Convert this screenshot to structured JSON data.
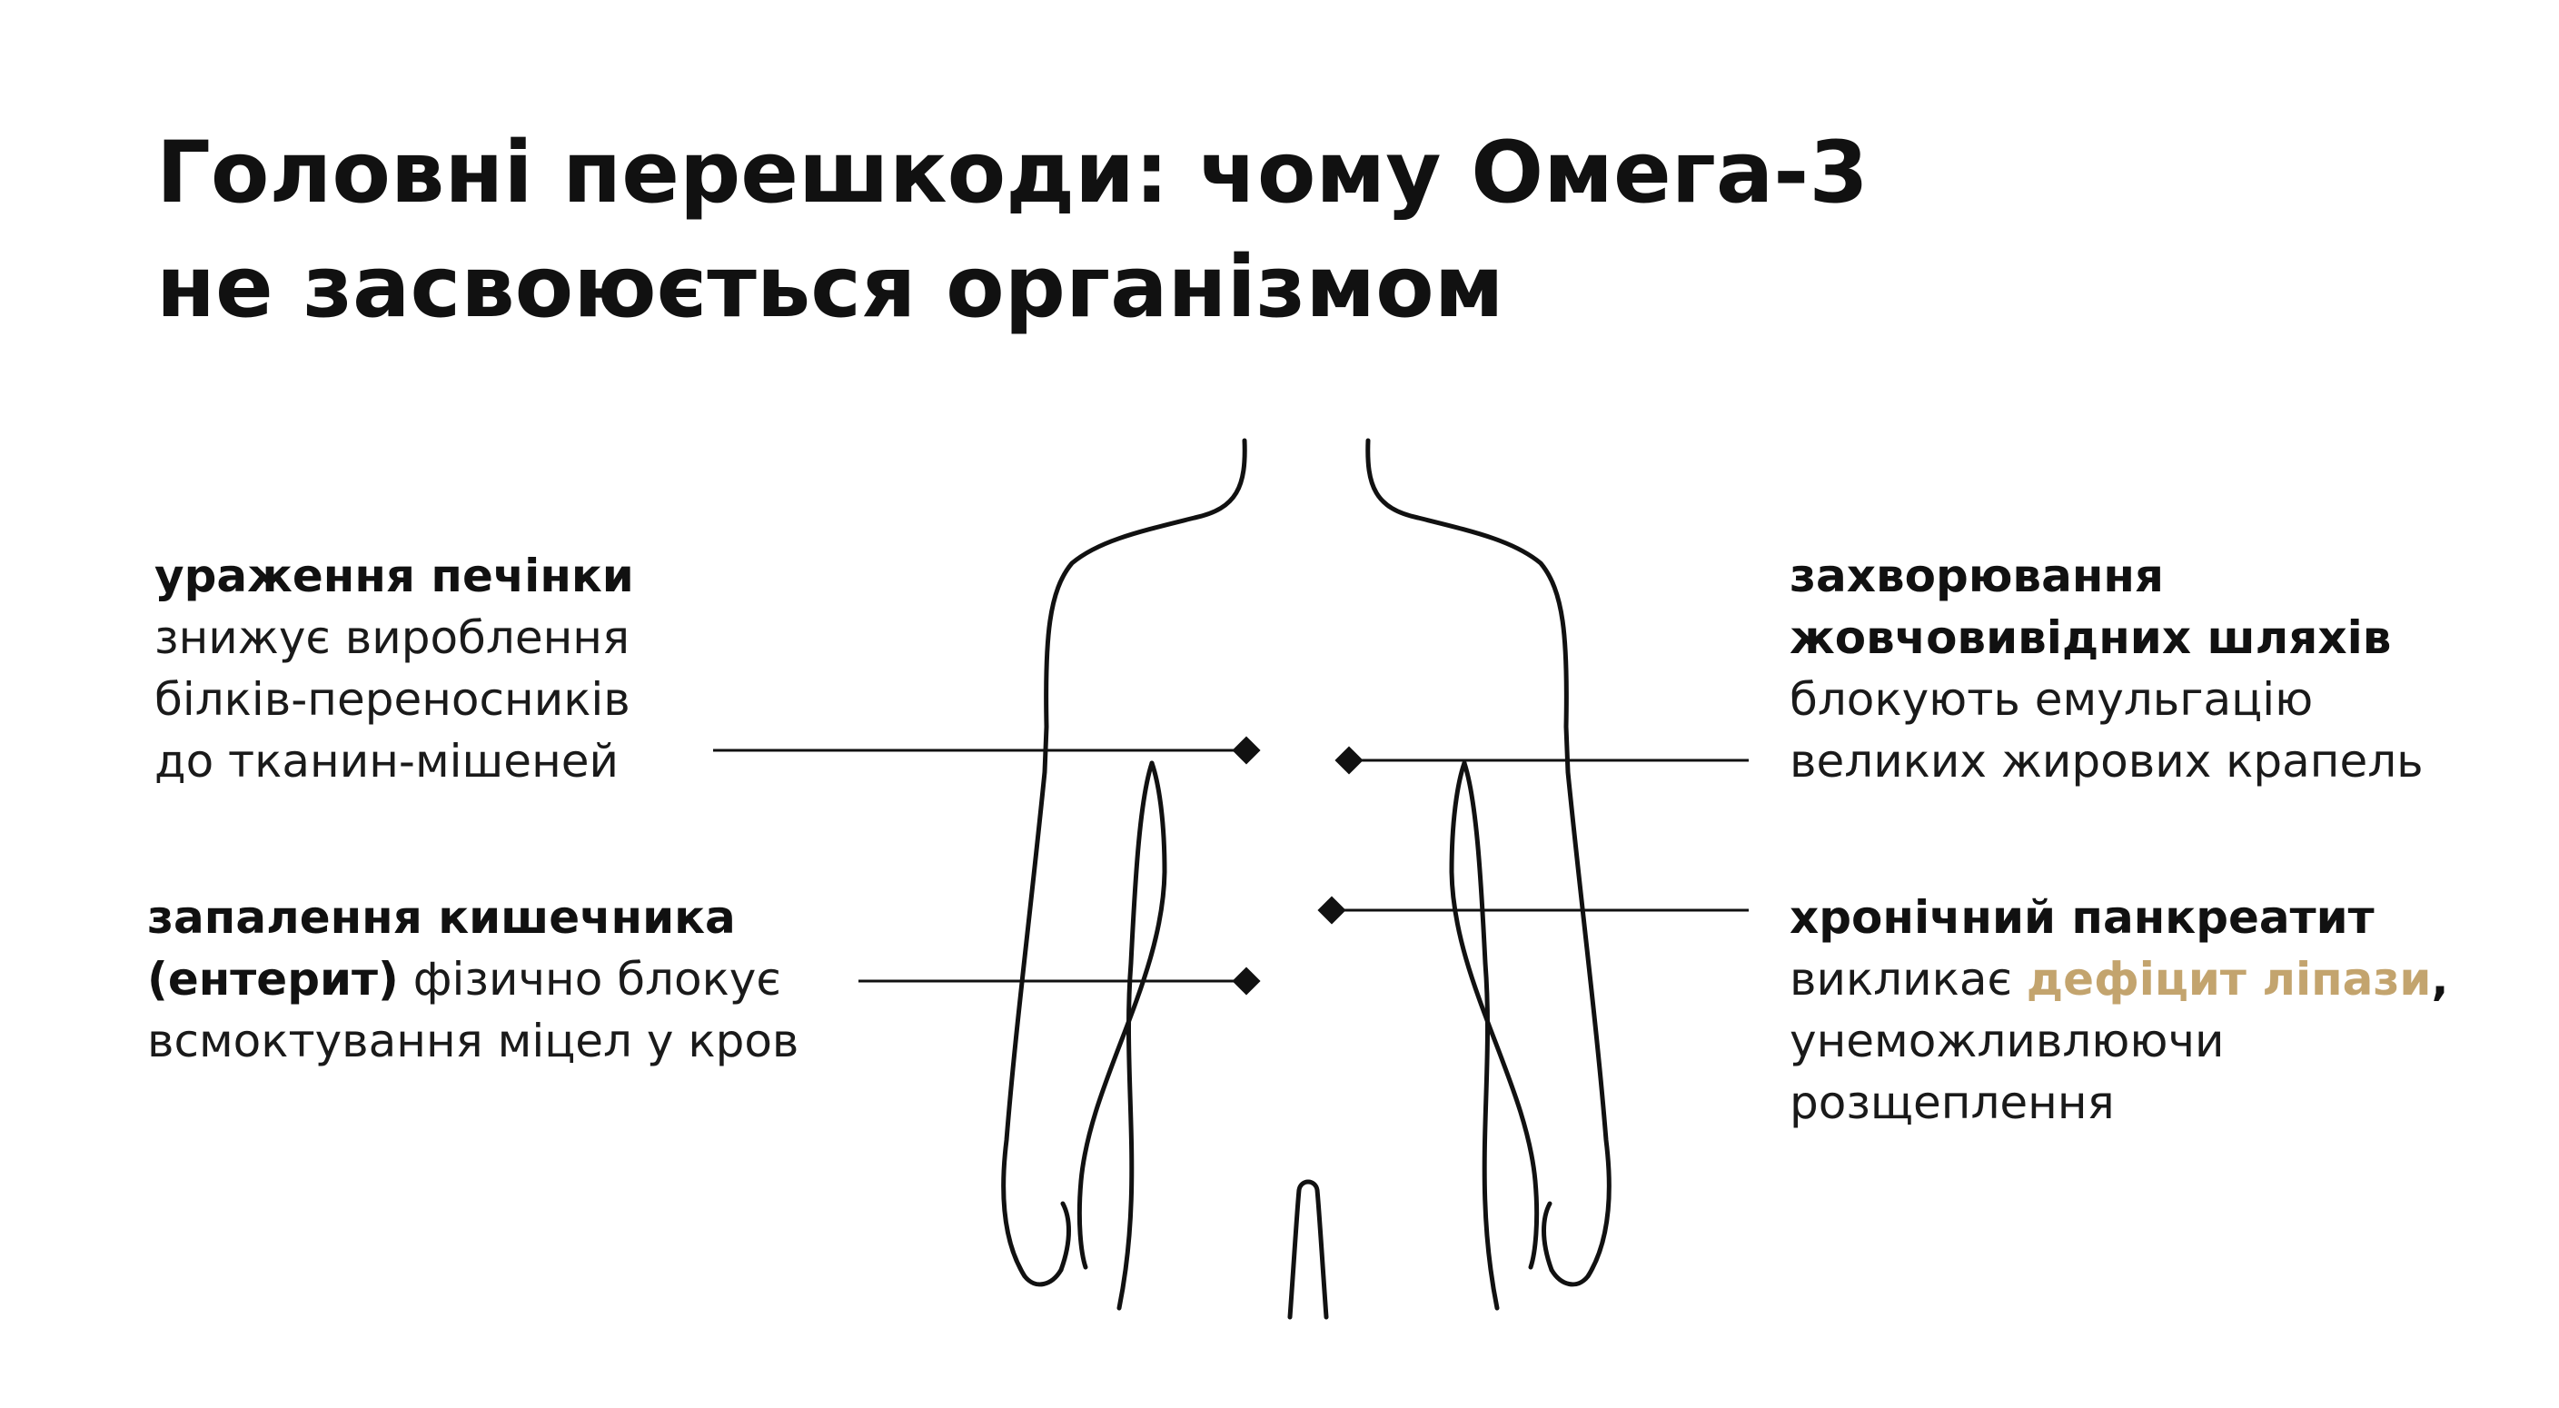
{
  "title": {
    "line1": "Головні перешкоди: чому Омега-3",
    "line2": "не засвоюється організмом"
  },
  "colors": {
    "text": "#111111",
    "accent": "#c3a46e",
    "outline": "#111111"
  },
  "callouts": {
    "liver": {
      "heading": "ураження печінки",
      "line1": "знижує вироблення",
      "line2": "білків-переносників",
      "line3": "до тканин-мішеней"
    },
    "bile": {
      "heading1": "захворювання",
      "heading2": "жовчовивідних шляхів",
      "line1": "блокують емульгацію",
      "line2": "великих жирових крапель"
    },
    "intestine": {
      "heading": "запалення кишечника",
      "heading2": "(ентерит)",
      "line1_rest": " фізично блокує",
      "line2": "всмоктування міцел у кров"
    },
    "pancreas": {
      "heading": "хронічний панкреатит",
      "line1_pre": "викликає ",
      "highlight": "дефіцит ліпази",
      "line1_post": ",",
      "line2": "унеможливлюючи",
      "line3": "розщеплення"
    }
  },
  "icons": {
    "body": "human-torso-outline-icon",
    "marker": "diamond-marker-icon"
  }
}
